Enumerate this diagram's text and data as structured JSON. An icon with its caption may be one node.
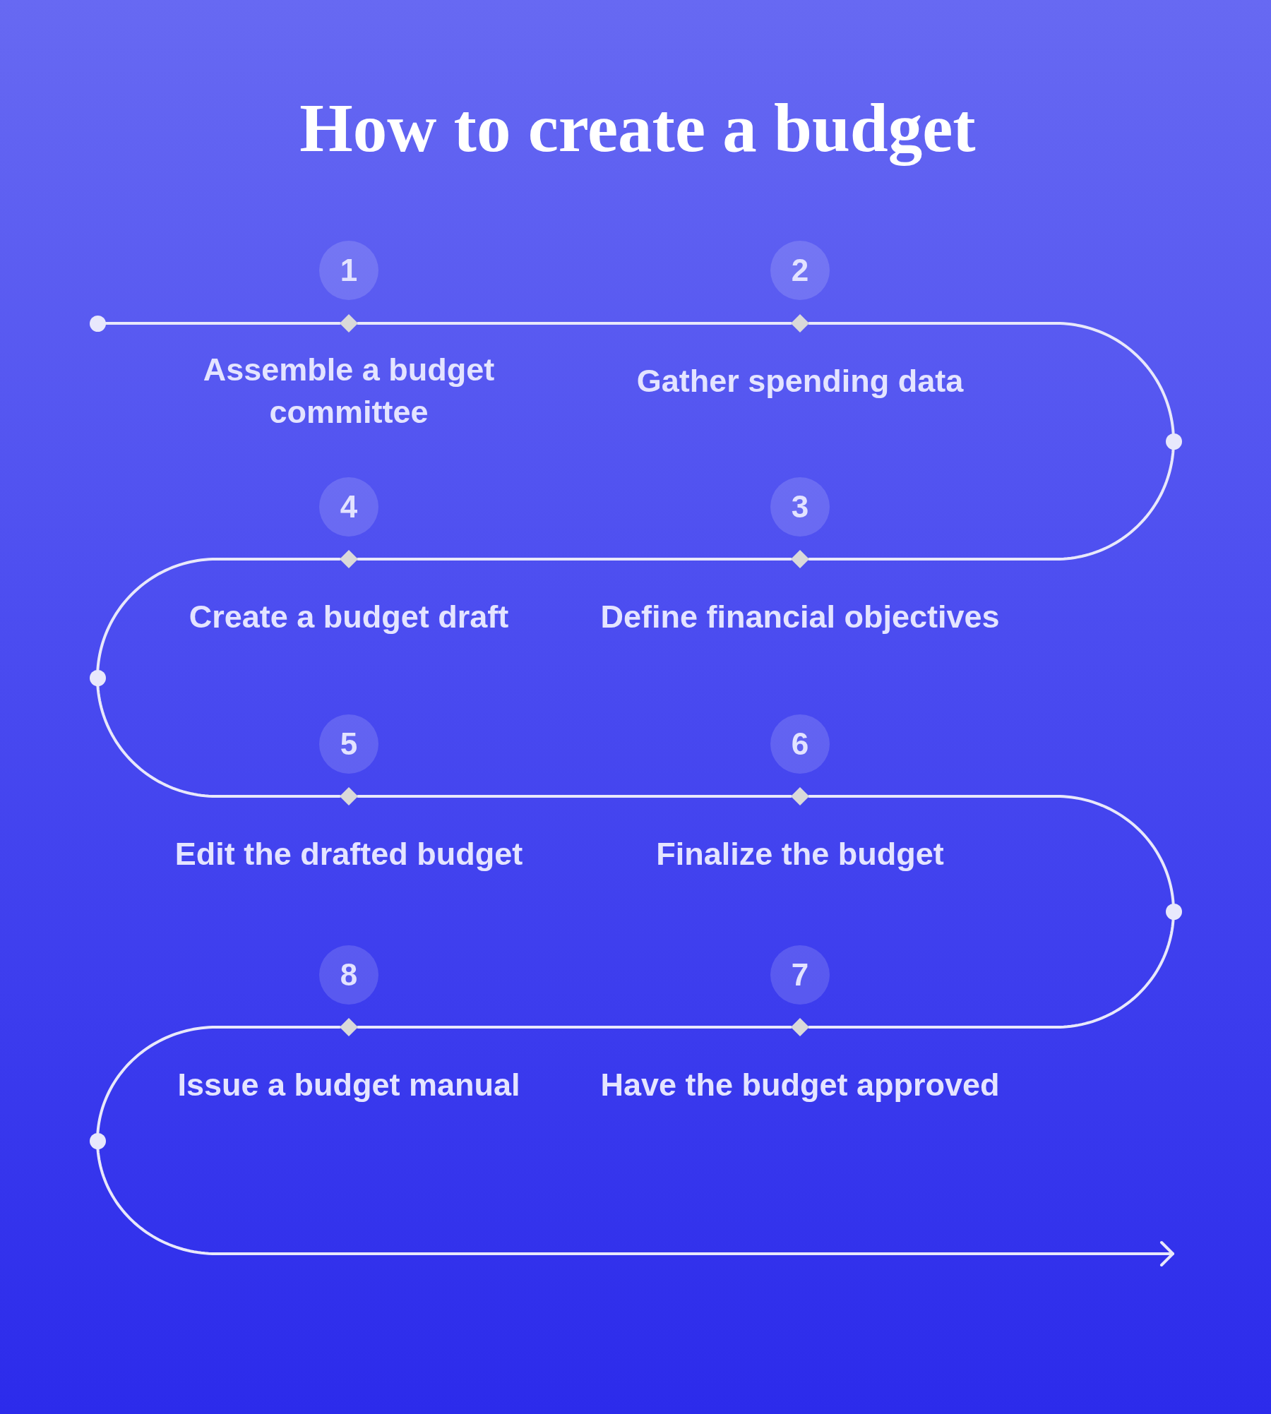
{
  "diagram": {
    "title": "How to create a budget",
    "nodes": [
      {
        "text": [],
        "shape": "circle"
      },
      {
        "text": [
          "1"
        ]
      },
      {
        "text": [],
        "shape": "diamond",
        "beside": [
          "Assemble a budget committee"
        ]
      },
      {
        "text": [
          "2"
        ]
      },
      {
        "text": [],
        "shape": "diamond",
        "beside": [
          "Gather spending data"
        ]
      },
      {
        "text": [],
        "shape": "circle"
      },
      {
        "text": [
          "3"
        ]
      },
      {
        "text": [],
        "shape": "diamond",
        "beside": [
          "Define financial objectives"
        ]
      },
      {
        "text": [
          "4"
        ]
      },
      {
        "text": [],
        "shape": "diamond",
        "beside": [
          "Create a budget draft"
        ]
      },
      {
        "text": [],
        "shape": "circle"
      },
      {
        "text": [
          "5"
        ]
      },
      {
        "text": [],
        "shape": "diamond",
        "beside": [
          "Edit the drafted budget"
        ]
      },
      {
        "text": [
          "6"
        ]
      },
      {
        "text": [],
        "shape": "diamond",
        "beside": [
          "Finalize the budget"
        ]
      },
      {
        "text": [],
        "shape": "circle"
      },
      {
        "text": [
          "7"
        ]
      },
      {
        "text": [],
        "shape": "diamond",
        "beside": [
          "Have the budget approved"
        ]
      },
      {
        "text": [
          "8"
        ]
      },
      {
        "text": [],
        "shape": "diamond",
        "beside": [
          "Issue a budget manual"
        ]
      },
      {
        "text": [],
        "shape": "circle"
      }
    ],
    "edges": [
      {
        "from": 0,
        "to": 2,
        "arrow": "none"
      },
      {
        "from": 2,
        "to": 4,
        "arrow": "none"
      },
      {
        "from": 4,
        "to": 5,
        "arrow": "none"
      },
      {
        "from": 5,
        "to": 7,
        "arrow": "none"
      },
      {
        "from": 7,
        "to": 9,
        "arrow": "none"
      },
      {
        "from": 9,
        "to": 10,
        "arrow": "none"
      },
      {
        "from": 10,
        "to": 12,
        "arrow": "none"
      },
      {
        "from": 12,
        "to": 14,
        "arrow": "none"
      },
      {
        "from": 14,
        "to": 15,
        "arrow": "none"
      },
      {
        "from": 15,
        "to": 17,
        "arrow": "none"
      },
      {
        "from": 17,
        "to": 19,
        "arrow": "none"
      },
      {
        "from": 19,
        "to": 20,
        "arrow": "none"
      },
      {
        "from": 20,
        "to": null,
        "arrow": "to"
      }
    ]
  }
}
